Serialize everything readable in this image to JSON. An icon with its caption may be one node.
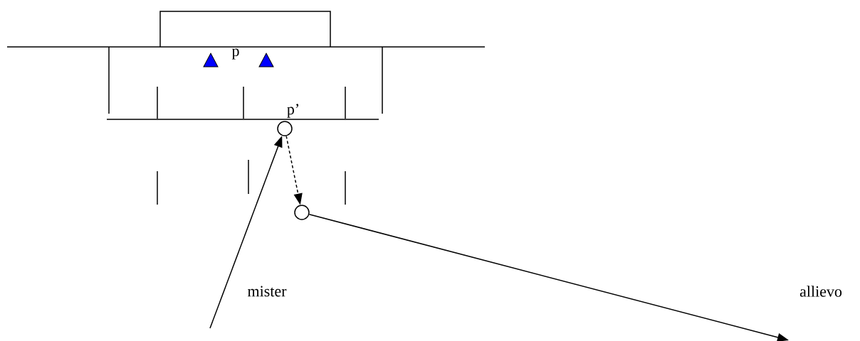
{
  "diagram": {
    "nodes": [
      {
        "text": [],
        "shape": "circle"
      },
      {
        "text": [],
        "shape": "circle"
      }
    ],
    "edges": [
      {
        "from": null,
        "to": 0,
        "arrow": "to"
      },
      {
        "from": 0,
        "to": 1,
        "arrow": "to",
        "style": "dashed"
      },
      {
        "from": 1,
        "to": null,
        "arrow": "to"
      }
    ],
    "labels": [
      "p",
      "p’",
      "mister",
      "allievo"
    ]
  }
}
